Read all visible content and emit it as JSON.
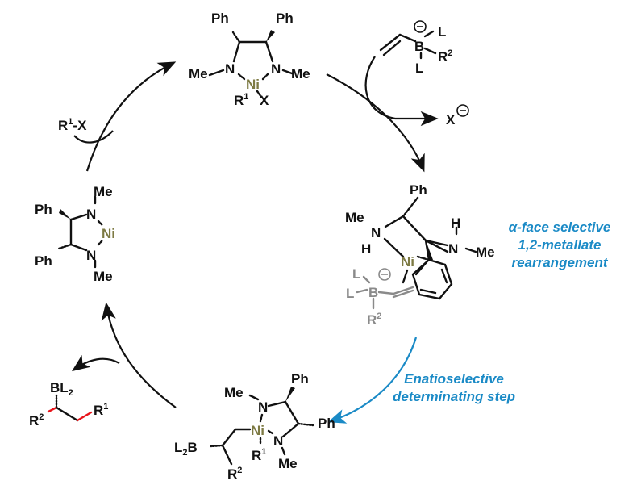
{
  "diagram": {
    "title": "Ni-catalyzed enantioselective conjunctive cross-coupling cycle",
    "catalyst_top": {
      "metal": "Ni",
      "substituents": [
        "Ph",
        "Ph",
        "Me",
        "Me",
        "R",
        "X"
      ],
      "r_superscript": "1"
    },
    "catalyst_left": {
      "metal": "Ni",
      "substituents": [
        "Ph",
        "Ph",
        "Me",
        "Me"
      ]
    },
    "reagent_oxidative_addition": {
      "text": "R",
      "superscript": "1",
      "suffix": "-X"
    },
    "boronate_reagent": {
      "atom": "B",
      "charge": "⊖",
      "ligands": [
        "L",
        "L"
      ],
      "r_group": "R",
      "r_superscript": "2"
    },
    "leaving_anion": {
      "text": "X",
      "charge": "⊖"
    },
    "intermediate_right": {
      "metal": "Ni",
      "labels": [
        "Ph",
        "Me",
        "N",
        "H",
        "H",
        "N",
        "Me"
      ],
      "boron_labels": [
        "L",
        "L",
        "B",
        "R"
      ],
      "boron_charge": "⊖",
      "r_superscript": "2"
    },
    "intermediate_bottom": {
      "metal": "Ni",
      "labels": [
        "Ph",
        "Ph",
        "Me",
        "Me",
        "N",
        "N"
      ],
      "boryl": "L",
      "boryl_subscript": "2",
      "boryl_atom": "B",
      "r1": "R",
      "r1_superscript": "1",
      "r2": "R",
      "r2_superscript": "2"
    },
    "product": {
      "boryl": "BL",
      "boryl_subscript": "2",
      "r1": "R",
      "r1_superscript": "1",
      "r2": "R",
      "r2_superscript": "2"
    },
    "annotations": {
      "step_selective": [
        "α-face selective",
        "1,2-metallate",
        "rearrangement"
      ],
      "step_enantio": [
        "Enatioselective",
        "determinating step"
      ]
    },
    "colors": {
      "nickel": "#7d7a43",
      "annotation": "#1a8ac6",
      "new_bond": "#e8141a",
      "spectator": "#8a8a8a",
      "ink": "#111111"
    }
  }
}
